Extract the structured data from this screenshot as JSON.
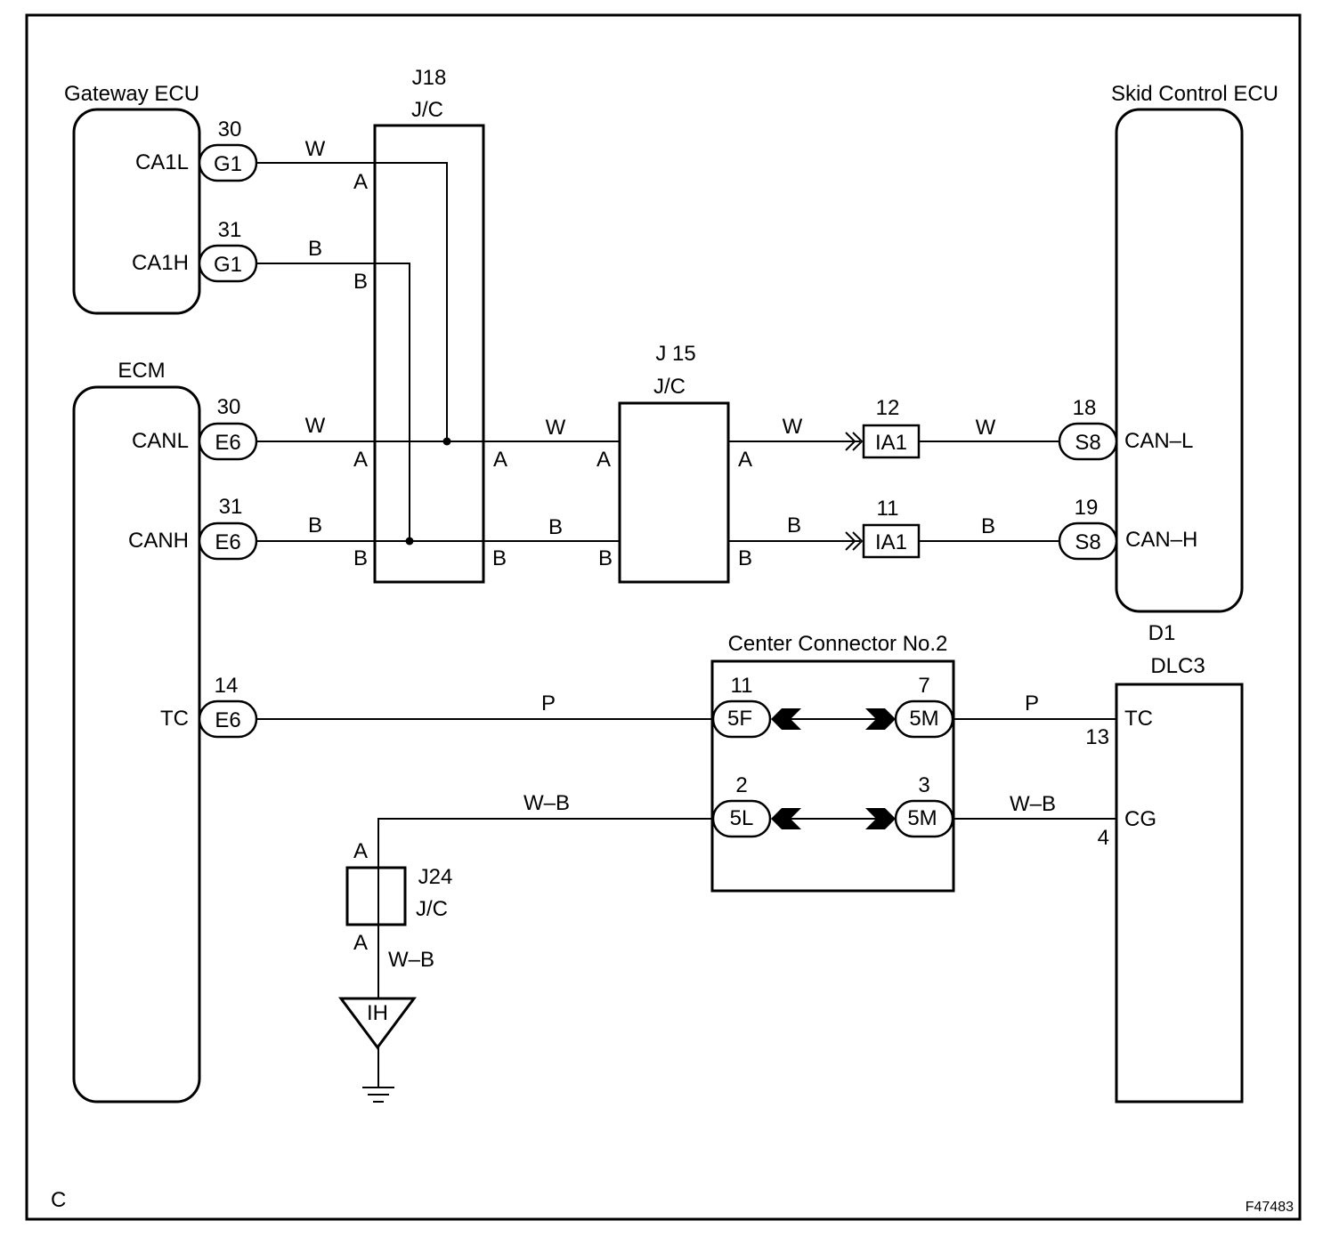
{
  "footer": {
    "left_mark": "C",
    "figure_id": "F47483"
  },
  "gateway_ecu": {
    "name": "Gateway ECU",
    "pins": [
      "CA1L",
      "CA1H"
    ],
    "pin_numbers": [
      "30",
      "31"
    ],
    "connector": "G1"
  },
  "ecm": {
    "name": "ECM",
    "pins": [
      "CANL",
      "CANH",
      "TC"
    ],
    "pin_numbers": [
      "30",
      "31",
      "14"
    ],
    "connector": "E6"
  },
  "j18": {
    "id": "J18",
    "type": "J/C",
    "terminals": [
      "A",
      "B"
    ]
  },
  "j15": {
    "id": "J 15",
    "type": "J/C",
    "terminals": [
      "A",
      "B"
    ]
  },
  "j24": {
    "id": "J24",
    "type": "J/C",
    "terminal": "A"
  },
  "skid_ecu": {
    "name": "Skid Control ECU",
    "pins": [
      "CAN–L",
      "CAN–H"
    ],
    "pin_numbers": [
      "18",
      "19"
    ],
    "connector": "S8"
  },
  "inline_connector": {
    "id": "IA1",
    "pin_numbers": [
      "12",
      "11"
    ]
  },
  "center_connector": {
    "name": "Center Connector No.2",
    "left": {
      "connectors": [
        "5F",
        "5L"
      ],
      "pin_numbers": [
        "11",
        "2"
      ]
    },
    "right": {
      "connector": "5M",
      "pin_numbers": [
        "7",
        "3"
      ]
    }
  },
  "dlc3": {
    "id": "D1",
    "name": "DLC3",
    "pins": [
      "TC",
      "CG"
    ],
    "pin_numbers": [
      "13",
      "4"
    ]
  },
  "ground": {
    "id": "IH"
  },
  "wire_colors": {
    "can_low": "W",
    "can_high": "B",
    "tc": "P",
    "ground": "W–B"
  }
}
